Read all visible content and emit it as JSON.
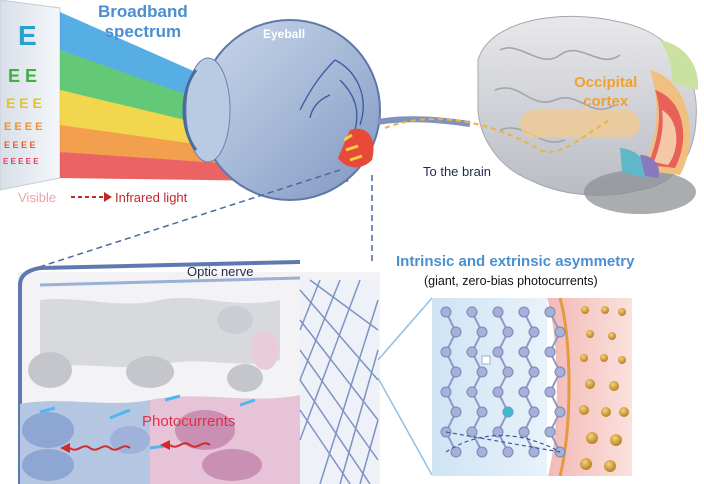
{
  "labels": {
    "broadband_line1": "Broadband",
    "broadband_line2": "spectrum",
    "eyeball": "Eyeball",
    "occipital_line1": "Occipital",
    "occipital_line2": "cortex",
    "to_brain": "To the brain",
    "visible": "Visible",
    "infrared": "Infrared light",
    "optic_nerve": "Optic nerve",
    "asymmetry_title": "Intrinsic and extrinsic asymmetry",
    "asymmetry_sub": "(giant, zero-bias photocurrents)",
    "photocurrents": "Photocurrents"
  },
  "colors": {
    "title_blue": "#4a8fd0",
    "occipital_orange": "#f0a030",
    "infrared_red": "#c0282c",
    "visible_pink": "#f0a0a8",
    "photocurrent_red": "#e0304a"
  }
}
